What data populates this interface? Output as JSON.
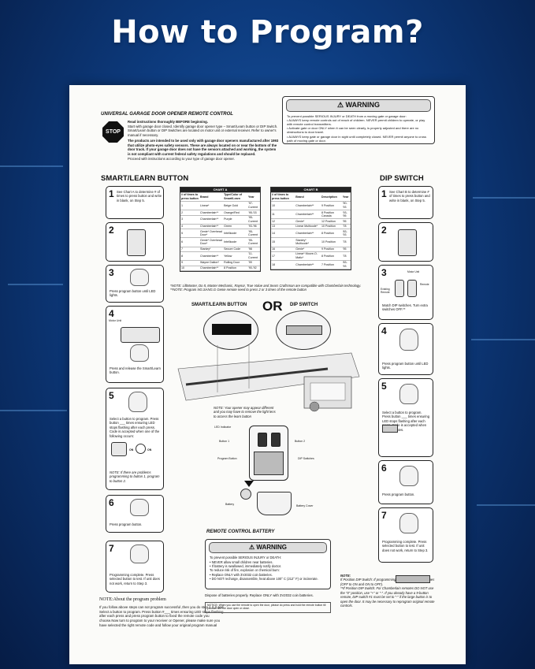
{
  "page": {
    "title": "How to Program?"
  },
  "header": {
    "title": "UNIVERSAL GARAGE DOOR OPENER REMOTE CONTROL",
    "stop_label": "STOP",
    "line1": "Read instructions thoroughly BEFORE beginning.",
    "line2": "Start with garage door closed. Identify garage door opener type – Smart/Learn button or DIP Switch. Smart/Learn button or DIP Switches are located on motor unit or external receiver. Refer to owner's manual if necessary.",
    "line3": "The products are intended to be used only with garage door openers manufactured after 1993 that utilize photo-eyes safety sensors. These are always located on or near the bottom of the door track. If your garage door does not have the sensors attached and working, the system is not compliant with current federal safety regulations and should be replaced.",
    "line4": "Proceed with instructions according to your type of garage door opener."
  },
  "warning_top": {
    "title": "WARNING",
    "intro": "To prevent possible SERIOUS INJURY or DEATH from a moving gate or garage door:",
    "items": [
      "ALWAYS keep remote controls out of reach of children. NEVER permit children to operate, or play with remote control transmitters.",
      "Activate gate or door ONLY when it can be seen clearly, is properly adjusted and there are no obstructions to door travel.",
      "ALWAYS keep gate or garage door in sight until completely closed. NEVER permit anyone to cross path of moving gate or door."
    ]
  },
  "smart_learn": {
    "heading": "SMART/LEARN BUTTON",
    "steps": [
      {
        "num": "1",
        "text": "See Chart A to determine # of times to press button and write in blank, on Step 5."
      },
      {
        "num": "2",
        "text": ""
      },
      {
        "num": "3",
        "text": "Press program button until LED lights."
      },
      {
        "num": "4",
        "text": "Press and release the Smart/Learn button.",
        "label": "Motor Unit"
      },
      {
        "num": "5",
        "text": "Select a button to program. Press button ___ times ensuring LED stops flashing after each press. Code is accepted when one of the following occurs:",
        "note": "NOTE: If there are problems programming to button 1, program to button 2.",
        "on1": "ON",
        "on2": "ON"
      },
      {
        "num": "6",
        "text": "Press program button."
      },
      {
        "num": "7",
        "text": "Programming complete. Press selected button to test. If unit does not work, return to Step 3."
      }
    ]
  },
  "dip_switch": {
    "heading": "DIP SWITCH",
    "steps": [
      {
        "num": "1",
        "text": "See Chart B to determine # of times to press button and write in blank, on Step 5."
      },
      {
        "num": "2",
        "text": ""
      },
      {
        "num": "3",
        "text": "Match DIP switches. Turn extra switches OFF.**",
        "labels": [
          "Motor Unit",
          "Remote",
          "Existing Remote"
        ]
      },
      {
        "num": "4",
        "text": "Press program button until LED lights."
      },
      {
        "num": "5",
        "text": "Select a button to program. Press button ___ times ensuring LED stops flashing after each press. Code is accepted when door activates."
      },
      {
        "num": "6",
        "text": "Press program button."
      },
      {
        "num": "7",
        "text": "Programming complete. Press selected button to test. If unit does not work, return to Step 3."
      }
    ]
  },
  "chart_a": {
    "title": "CHART A",
    "headers": [
      "# of times to press button",
      "Brand",
      "Type/Color of Smart/Learn",
      "Year"
    ],
    "rows": [
      [
        "1",
        "Linear*",
        "Beige Gold",
        "'97-Current"
      ],
      [
        "2",
        "Chamberlain**",
        "Orange/Red",
        "'95-'03"
      ],
      [
        "3",
        "Chamberlain**",
        "Purple",
        "'95-Current"
      ],
      [
        "4",
        "Chamberlain**",
        "Green",
        "'93-'96"
      ],
      [
        "5",
        "Genie* Overhead Door*",
        "Intellicode",
        "'95-Current"
      ],
      [
        "6",
        "Genie* Overhead Door*",
        "Intellicode",
        "'95-Current"
      ],
      [
        "7",
        "Stanley*",
        "Secure Code",
        "'98"
      ],
      [
        "8",
        "Chamberlain**",
        "Yellow",
        "'11-Current"
      ],
      [
        "9",
        "Wayne Dalton*",
        "Rolling Door",
        "'99"
      ],
      [
        "10",
        "Chamberlain**",
        "8 Position",
        "'90-'92"
      ]
    ]
  },
  "chart_b": {
    "title": "CHART B",
    "headers": [
      "# of times to press button",
      "Brand",
      "Description",
      "Year"
    ],
    "rows": [
      [
        "10",
        "Chamberlain**",
        "9 Position",
        "'90-'93"
      ],
      [
        "11",
        "Chamberlain**",
        "8 Position Canada",
        "'93-'95"
      ],
      [
        "12",
        "Genie*",
        "12 Position",
        "'95"
      ],
      [
        "13",
        "Linear Multicode*",
        "10 Position",
        "'78"
      ],
      [
        "14",
        "Chamberlain**",
        "8 Position",
        "'83-'93"
      ],
      [
        "15",
        "Stanley* Multicode*",
        "10 Position",
        "'78"
      ],
      [
        "16",
        "Genie*",
        "9 Position",
        "'95"
      ],
      [
        "17",
        "Linear* Moore-O-Matic*",
        "8 Position",
        "'78"
      ],
      [
        "18",
        "Chamberlain**",
        "7 Position",
        "'83-'93"
      ]
    ]
  },
  "chart_notes": {
    "note1": "*NOTE: LiftMaster, Do It, Master Mechanic, Raynor, True Value and Sears Craftsman are compatible with Chamberlain technology.",
    "note2": "**NOTE: Program NG.SANG.G Genie remote need to press 2 or 3 times of the remote button"
  },
  "diagram": {
    "smart_label": "SMART/LEARN BUTTON",
    "or_label": "OR",
    "dip_label": "DIP SWITCH",
    "opener_note": "NOTE: Your opener may appear different and you may have to remove the light lens to access the learn button",
    "led_label": "LED Indicator",
    "button1_label": "Button 1",
    "button2_label": "Button 2",
    "program_label": "Program Button",
    "dip_switches_label": "DIP Switches",
    "battery_label": "Battery",
    "cover_label": "Battery Cover"
  },
  "battery": {
    "heading": "REMOTE CONTROL BATTERY",
    "warning_title": "WARNING",
    "intro": "To prevent possible SERIOUS INJURY or DEATH:",
    "items": [
      "NEVER allow small children near batteries.",
      "If battery is swallowed, immediately notify doctor.",
      "To reduce risk of fire, explosion or chemical burn:",
      "Replace ONLY with 3V2032 coin batteries.",
      "DO NOT recharge, disassemble, heat above 100° C (212° F) or incinerate."
    ],
    "dispose": "Dispose of batteries properly. Replace ONLY with 3V2032 coin batteries.",
    "small_note": "NOTICE: When you use the remote to open the door, please do press and hold the remote button till you can see the door open or close."
  },
  "about": {
    "heading": "NOTE:About the program problem",
    "text": "If you follow above steps can not program successful ,then you do step 1,2,3 and Select a button to program. Press button #___ times ensuring LED stops flashing after each press and press program button to fixed the remote code you choose.Now turn to program to your receiver or Opener, please make sure you have selected the right remote code and follow your original program manual"
  },
  "dip_notes": {
    "heading": "NOTE:",
    "note1": "If Position DIP Switch: If programming fails reverse DIP switches (OFF to ON and ON to OFF).",
    "note2": "**If Position DIP Switch: For Chamberlain remotes DO NOT use the \"0\" position, use \"+\" or \"-\". If you already have a 9-button remote, DIP switch #1 must be set to \"-\" if the large button is to open the door. It may be necessary to reprogram original remote controls."
  }
}
